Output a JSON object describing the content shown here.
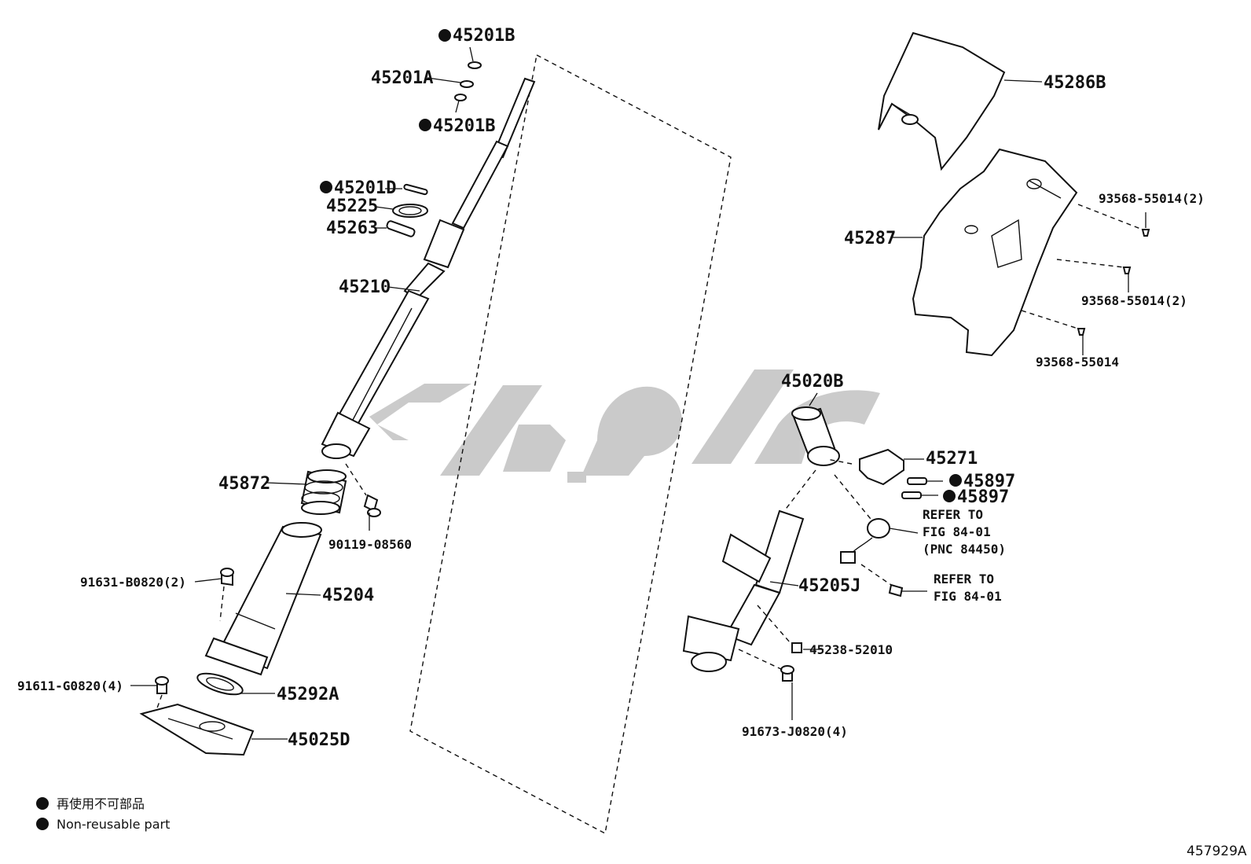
{
  "labels": {
    "l45201b_top": "45201B",
    "l45201a": "45201A",
    "l45201b_bottom": "45201B",
    "l45201d": "45201D",
    "l45225": "45225",
    "l45263": "45263",
    "l45210": "45210",
    "l45872": "45872",
    "l90119": "90119-08560",
    "l91631": "91631-B0820(2)",
    "l45204": "45204",
    "l91611": "91611-G0820(4)",
    "l45292a": "45292A",
    "l45025d": "45025D",
    "l45286b": "45286B",
    "l45287": "45287",
    "l93568_a": "93568-55014(2)",
    "l93568_b": "93568-55014(2)",
    "l93568_c": "93568-55014",
    "l45020b": "45020B",
    "l45271": "45271",
    "l45897_a": "45897",
    "l45897_b": "45897",
    "refer1_line1": "REFER TO",
    "refer1_line2": "FIG 84-01",
    "refer1_line3": "(PNC 84450)",
    "refer2_line1": "REFER TO",
    "refer2_line2": "FIG 84-01",
    "l45205j": "45205J",
    "l45238": "45238-52010",
    "l91673": "91673-J0820(4)"
  },
  "legend": {
    "line1": "再使用不可部品",
    "line2": "Non-reusable part"
  },
  "figure_number": "457929A",
  "colors": {
    "ink": "#111111",
    "watermark": "#c8c8c8",
    "background": "#ffffff"
  }
}
